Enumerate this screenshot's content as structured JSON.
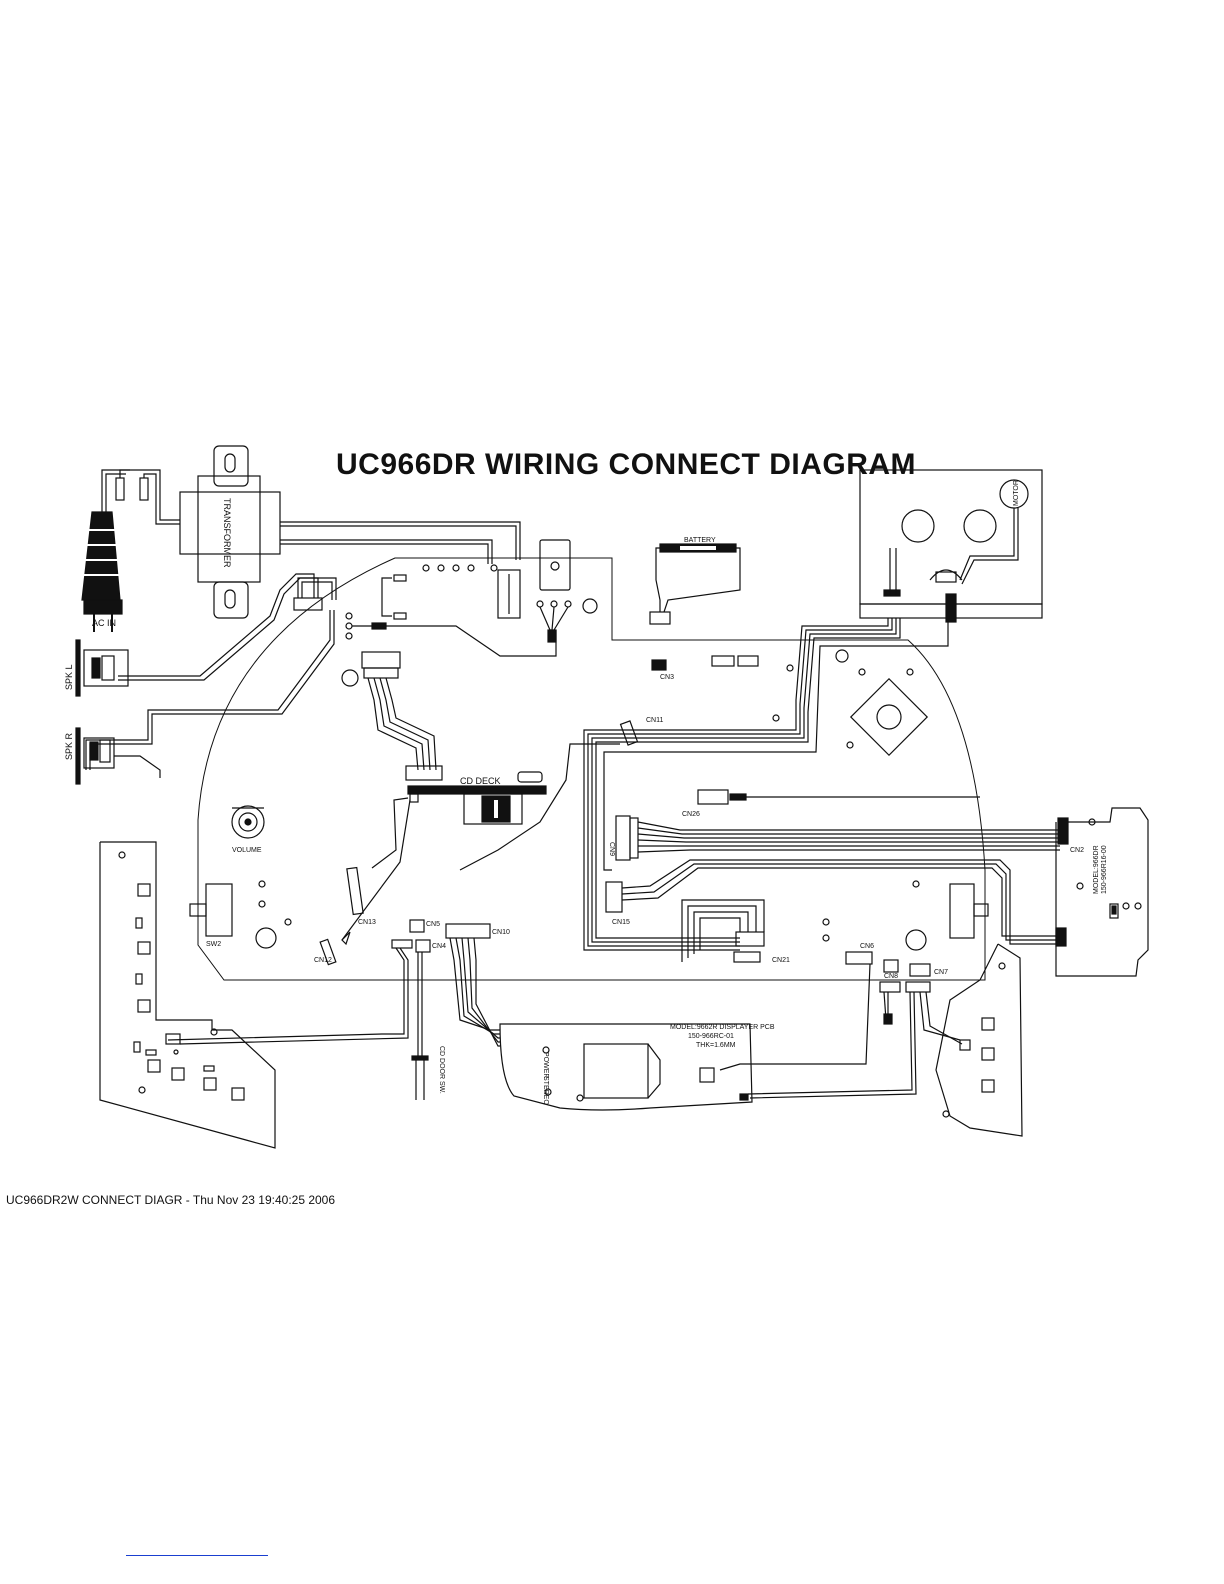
{
  "title": "UC966DR WIRING CONNECT DIAGRAM",
  "footer": "UC966DR2W CONNECT DIAGR - Thu Nov 23 19:40:25 2006",
  "labels": {
    "ac_in": "AC IN",
    "transformer": "TRANSFORMER",
    "spk_l": "SPK L",
    "spk_r": "SPK R",
    "battery": "BATTERY",
    "motor": "MOTOR",
    "cd_deck": "CD DECK",
    "volume": "VOLUME",
    "sw2": "SW2",
    "cd_door_sw": "CD DOOR SW.",
    "display_pcb_model": "MODEL:9662R DISPLAYER PCB",
    "display_pcb_part": "150-966RC-01",
    "display_pcb_thk": "THK=1.6MM",
    "power": "POWER",
    "stereo": "STEREO",
    "right_pcb_line1": "MODEL:966DR",
    "right_pcb_line2": "150-966R16-00",
    "connectors": {
      "cn3": "CN3",
      "cn11": "CN11",
      "cn26": "CN26",
      "cn9": "CN9",
      "cn15": "CN15",
      "cn21": "CN21",
      "cn13": "CN13",
      "cn12": "CN12",
      "cn5": "CN5",
      "cn4": "CN4",
      "cn10": "CN10",
      "cn6": "CN6",
      "cn8": "CN8",
      "cn7": "CN7",
      "cn2": "CN2"
    }
  },
  "colors": {
    "ink": "#111111",
    "footer": "#777777",
    "link": "#1a3fd0"
  }
}
